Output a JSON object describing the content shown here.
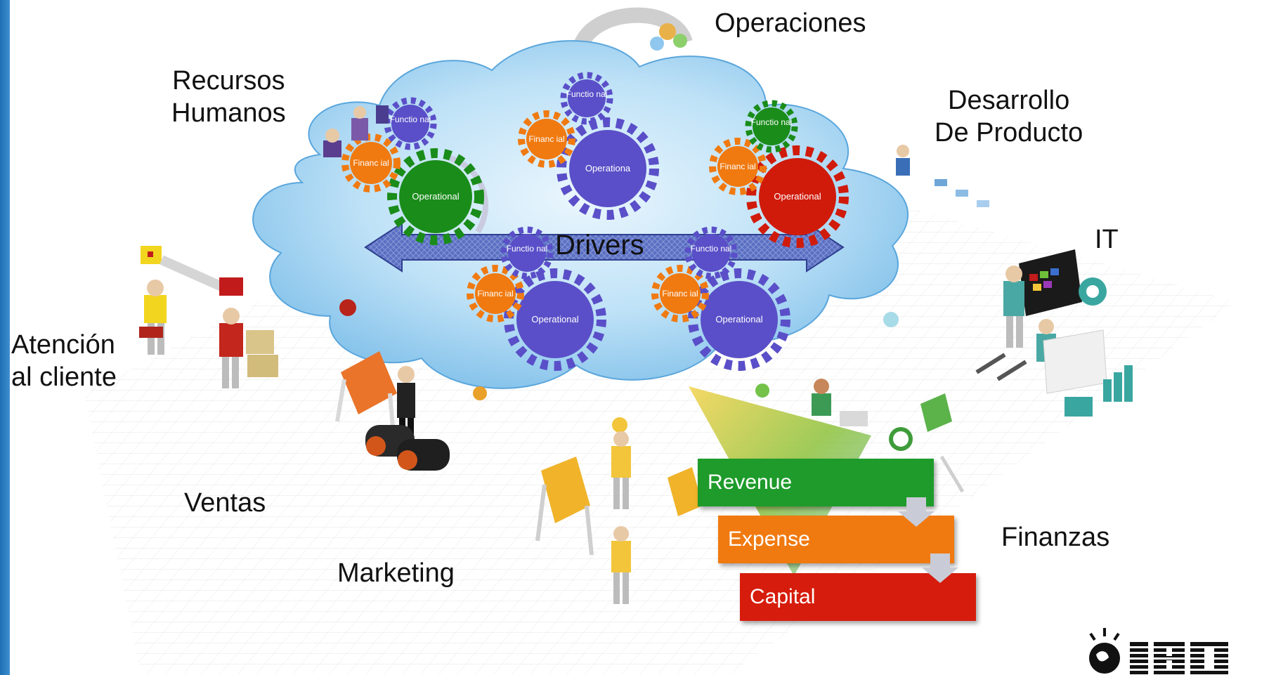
{
  "departments": {
    "operaciones": "Operaciones",
    "recursos_humanos_line1": "Recursos",
    "recursos_humanos_line2": "Humanos",
    "desarrollo_line1": "Desarrollo",
    "desarrollo_line2": "De Producto",
    "it": "IT",
    "atencion_line1": "Atención",
    "atencion_line2": "al cliente",
    "ventas": "Ventas",
    "marketing": "Marketing",
    "finanzas": "Finanzas"
  },
  "center": {
    "drivers": "Drivers"
  },
  "gears": {
    "functional": "Functio nal",
    "financial": "Financ ial",
    "operational": "Operational",
    "operationa": "Operationa"
  },
  "finance_boxes": {
    "revenue": "Revenue",
    "expense": "Expense",
    "capital": "Capital"
  },
  "colors": {
    "revenue": "#1e9b2a",
    "expense": "#f07a10",
    "capital": "#d61c0c",
    "gear_green": "#1a8c1a",
    "gear_red": "#d01b0b",
    "gear_purple": "#5a4fc8",
    "gear_orange": "#f07a10",
    "cloud": "#a9d6f2",
    "arrow": "#4a63b8",
    "accent_blue": "#2a7bc0"
  },
  "logo": "IBM"
}
